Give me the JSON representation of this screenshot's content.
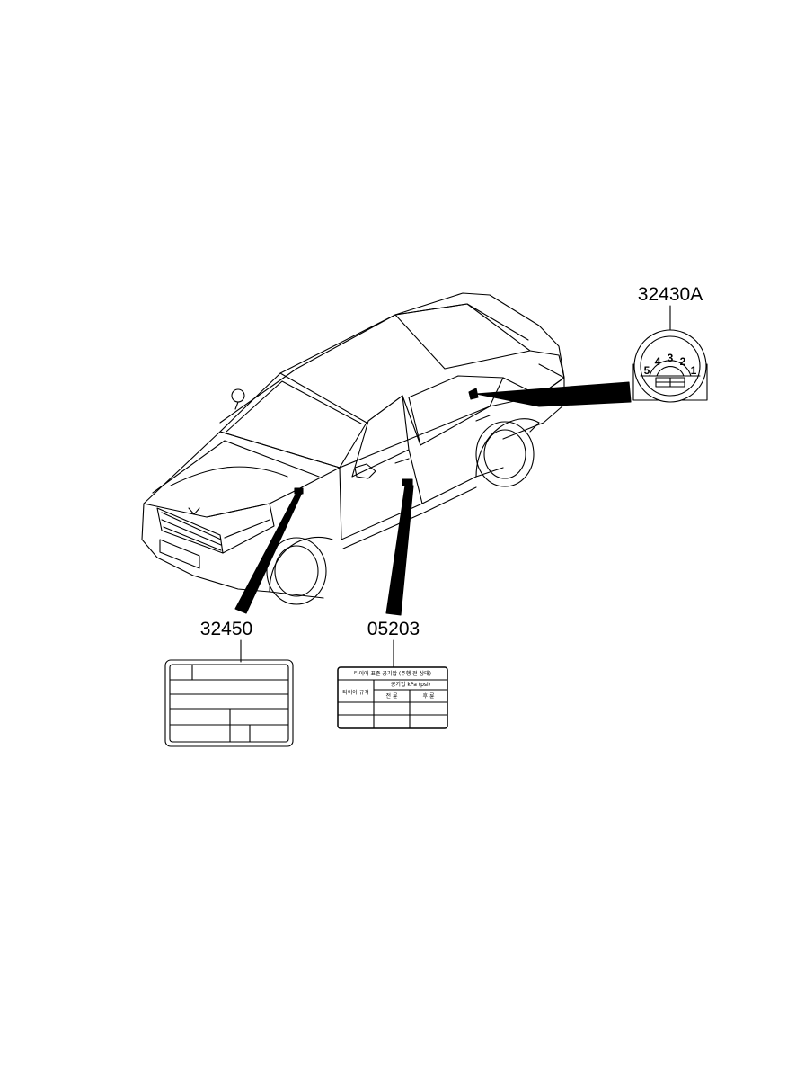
{
  "callouts": {
    "gauge_label": "32430A",
    "hood_label": "32450",
    "tire_label": "05203"
  },
  "gauge_digits": [
    "5",
    "4",
    "3",
    "2",
    "1"
  ],
  "tire_label_lines": [
    "타이어 표준 공기압 (주행 전 상태)",
    "타이어 규격",
    "공기압 kPa (psi)",
    "전 륜",
    "후 륜"
  ],
  "colors": {
    "line": "#000000",
    "background": "#ffffff"
  }
}
